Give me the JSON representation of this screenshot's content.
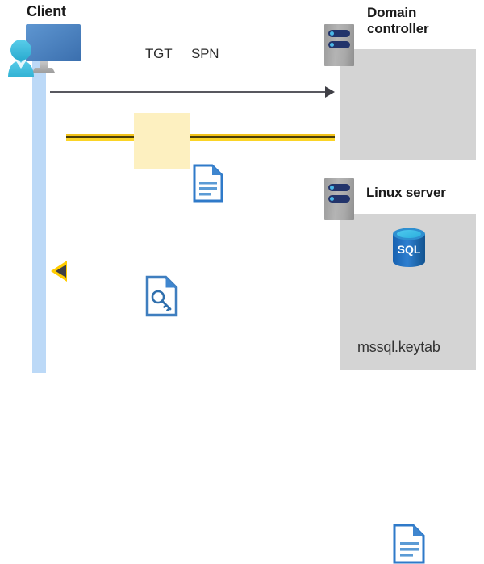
{
  "diagram": {
    "title_client": "Client",
    "title_domain_controller": "Domain\ncontroller",
    "title_domain_controller_line1": "Domain",
    "title_domain_controller_line2": "controller",
    "title_linux_server": "Linux server",
    "label_tgt": "TGT",
    "label_spn": "SPN",
    "label_keytab": "mssql.keytab",
    "icons": {
      "client": "user-monitor-icon",
      "tgt_doc": "document-icon",
      "spn_doc": "document-icon",
      "ticket_key_doc": "key-document-icon",
      "certificate": "certificate-document-icon",
      "sql_database": "sql-database-icon",
      "keytab_doc": "document-icon",
      "dc_server": "server-rack-icon",
      "linux_server": "server-rack-icon",
      "request_arrow": "arrow-right-icon",
      "response_arrow": "arrow-left-icon"
    },
    "colors": {
      "lifeline": "#bcd9f7",
      "container": "#d4d4d4",
      "highlight": "#fdf0c0",
      "arrow_yellow": "#ffcc00",
      "arrow_dark": "#3f3f46",
      "doc_blue": "#2f7ac9",
      "doc_line_blue": "#5b9bd5",
      "sql_blue": "#1f6fc0",
      "seal_red": "#d62027",
      "seal_gold": "#ffd400",
      "text": "#1a1a1a"
    }
  }
}
